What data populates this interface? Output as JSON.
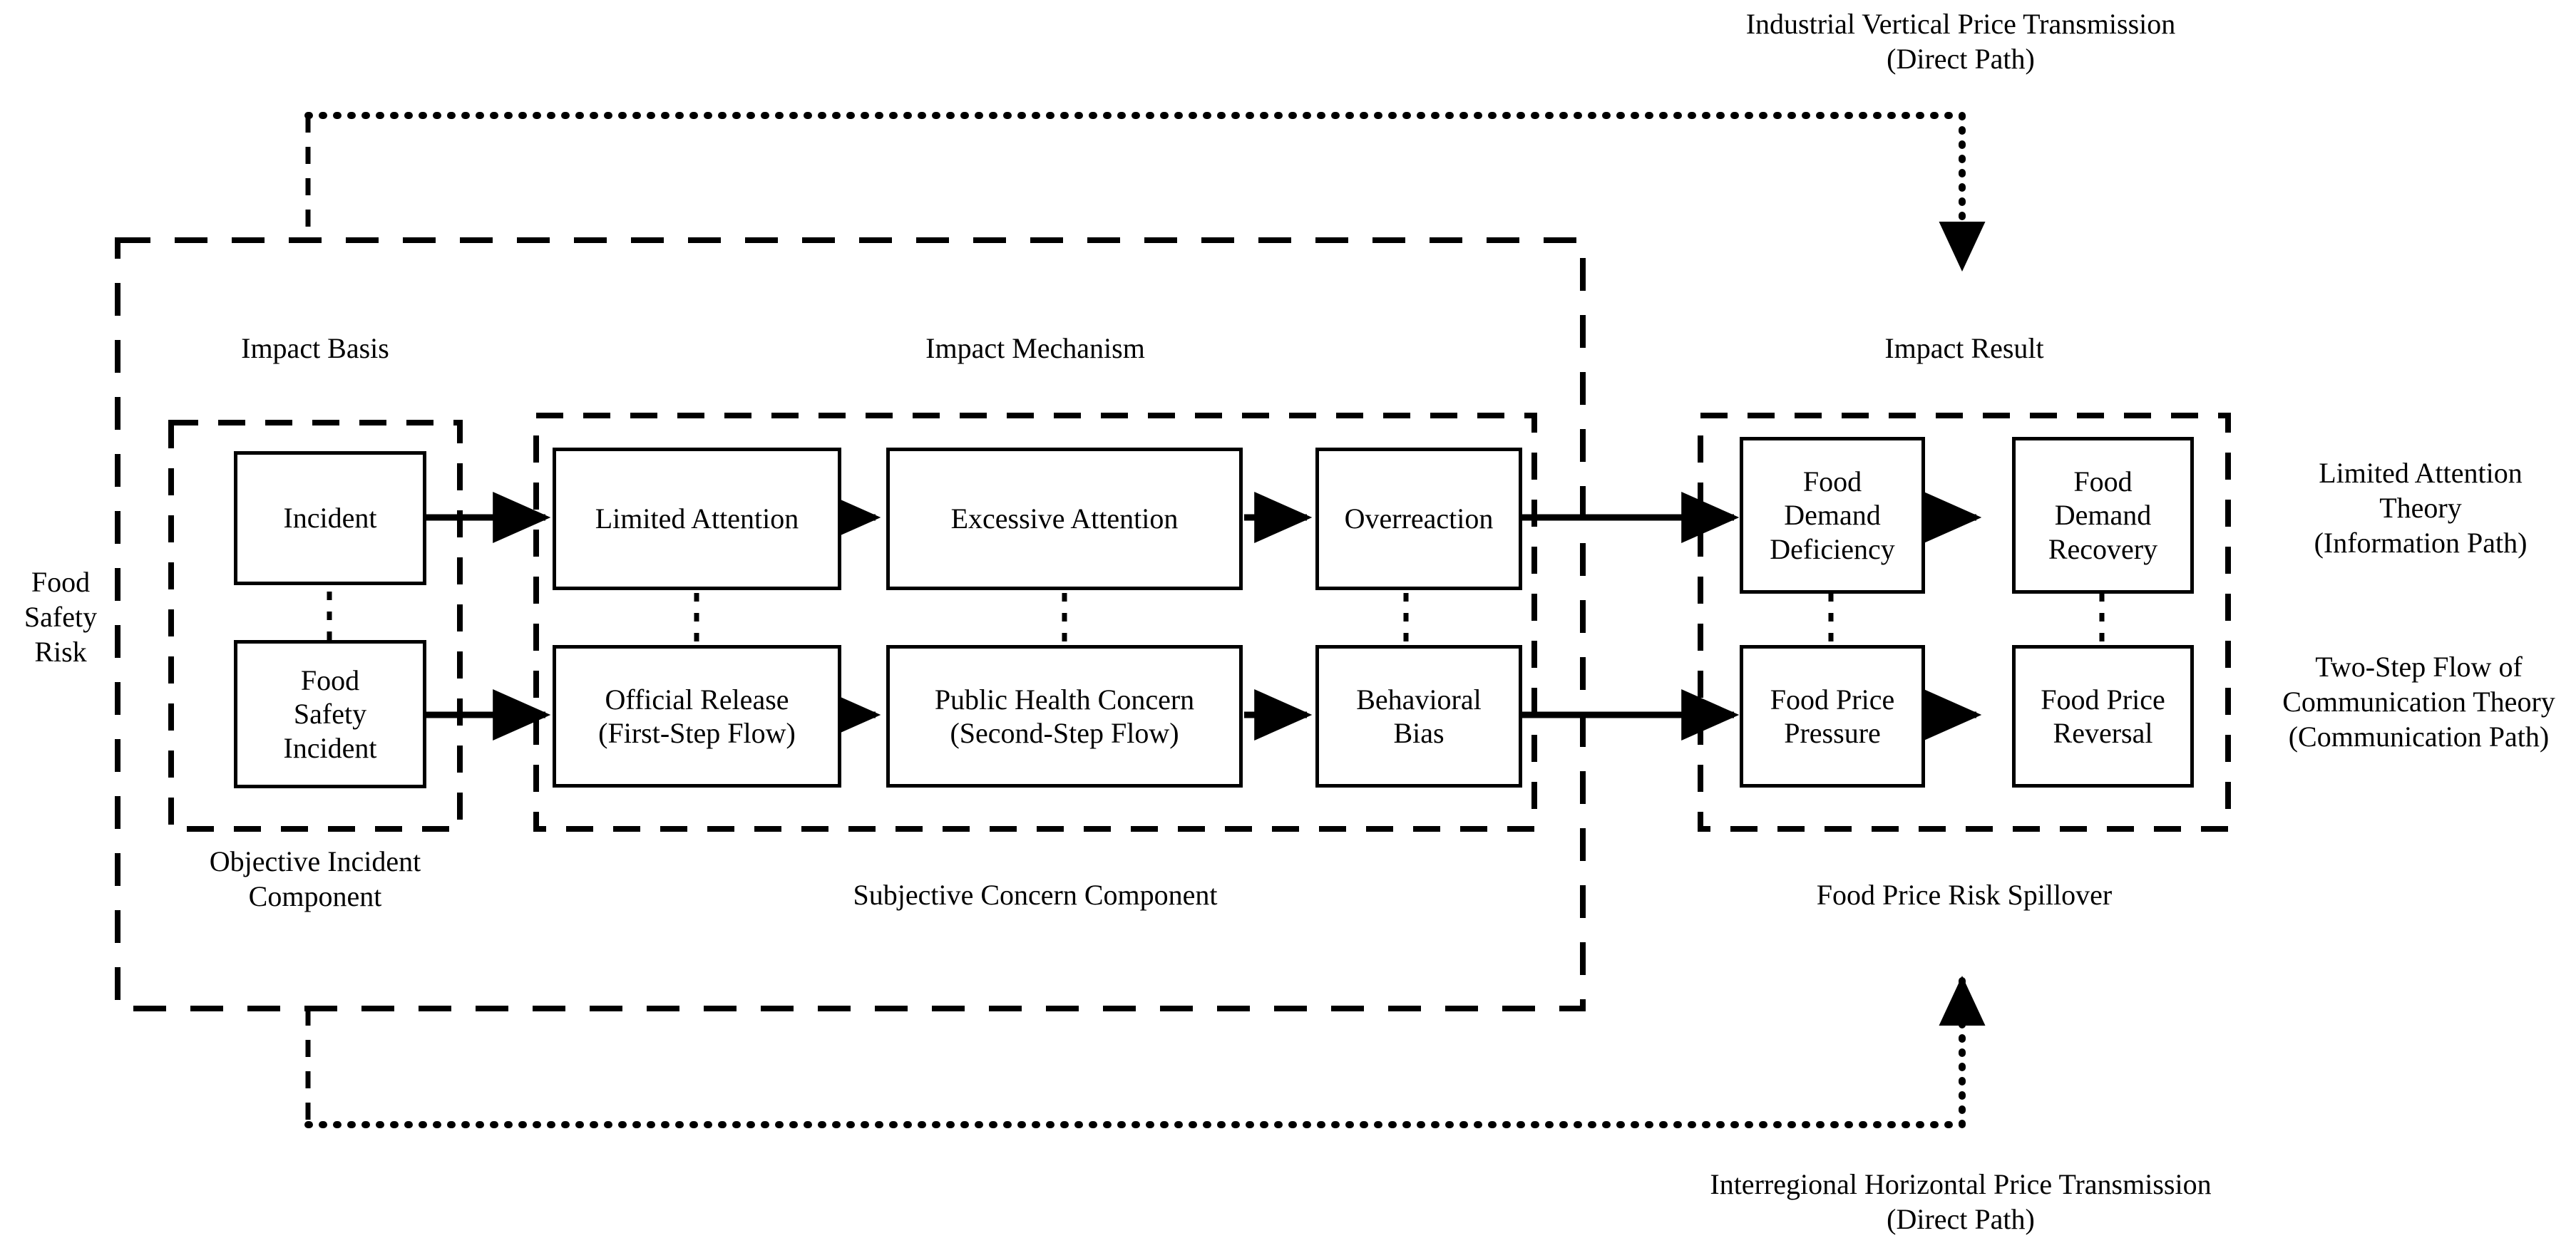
{
  "diagram": {
    "title_top": "Industrial Vertical Price Transmission\n(Direct Path)",
    "title_bottom": "Interregional Horizontal Price Transmission\n(Direct Path)",
    "risk_label": "Food\nSafety\nRisk",
    "stage_titles": {
      "basis": "Impact Basis",
      "mechanism": "Impact Mechanism",
      "result": "Impact Result"
    },
    "group_captions": {
      "objective": "Objective Incident\nComponent",
      "subjective": "Subjective Concern Component",
      "spillover": "Food Price Risk Spillover"
    },
    "theory_notes": {
      "information_path": "Limited Attention\nTheory\n(Information Path)",
      "communication_path": "Two-Step Flow of\nCommunication Theory\n(Communication Path)"
    },
    "nodes": {
      "incident": "Incident",
      "food_safety_incident": "Food\nSafety\nIncident",
      "limited_attention": "Limited Attention",
      "official_release": "Official Release\n(First-Step Flow)",
      "excessive_attention": "Excessive Attention",
      "public_health_concern": "Public Health Concern\n(Second-Step Flow)",
      "overreaction": "Overreaction",
      "behavioral_bias": "Behavioral\nBias",
      "food_demand_deficiency": "Food\nDemand\nDeficiency",
      "food_price_pressure": "Food Price\nPressure",
      "food_demand_recovery": "Food\nDemand\nRecovery",
      "food_price_reversal": "Food Price\nReversal"
    },
    "colors": {
      "stroke": "#000000",
      "fill": "#ffffff",
      "text": "#000000"
    }
  }
}
